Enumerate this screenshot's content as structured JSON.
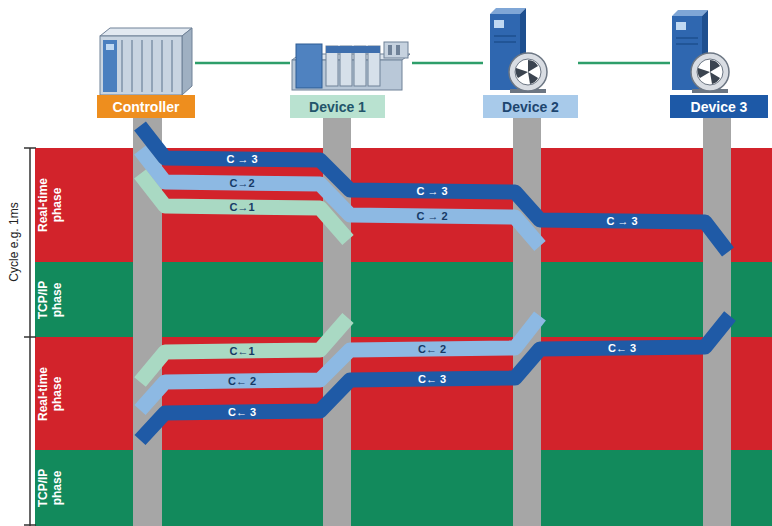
{
  "diagram": {
    "nodes": [
      {
        "text": [
          "Controller"
        ]
      },
      {
        "text": [
          "Device 1"
        ]
      },
      {
        "text": [
          "Device 2"
        ]
      },
      {
        "text": [
          "Device 3"
        ]
      },
      {
        "text": [
          "Real-time phase"
        ]
      },
      {
        "text": [
          "TCP/IP phase"
        ]
      },
      {
        "text": [
          "Real-time phase"
        ]
      },
      {
        "text": [
          "TCP/IP phase"
        ]
      }
    ],
    "edges": [
      {
        "from": 0,
        "to": 1,
        "arrow": "none"
      },
      {
        "from": 1,
        "to": 2,
        "arrow": "none"
      },
      {
        "from": 2,
        "to": 3,
        "arrow": "none"
      }
    ],
    "labels": [
      "Cycle e.g. 1ms",
      "C → 3",
      "C→2",
      "C→1",
      "C → 3",
      "C → 2",
      "C → 3",
      "C←1",
      "C← 2",
      "C← 3",
      "C← 2",
      "C← 3",
      "C← 3"
    ]
  }
}
